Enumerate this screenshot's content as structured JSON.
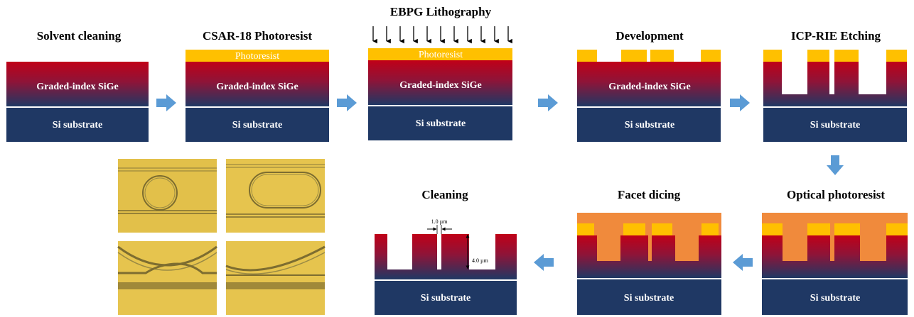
{
  "steps": {
    "s1": {
      "title": "Solvent cleaning",
      "graded": "Graded-index SiGe",
      "substrate": "Si substrate"
    },
    "s2": {
      "title": "CSAR-18 Photoresist",
      "resist": "Photoresist",
      "graded": "Graded-index SiGe",
      "substrate": "Si substrate"
    },
    "s3": {
      "title": "EBPG Lithography",
      "resist": "Photoresist",
      "graded": "Graded-index SiGe",
      "substrate": "Si substrate"
    },
    "s4": {
      "title": "Development",
      "graded": "Graded-index SiGe",
      "substrate": "Si substrate"
    },
    "s5": {
      "title": "ICP-RIE Etching",
      "substrate": "Si substrate"
    },
    "s6": {
      "title": "Optical photoresist",
      "substrate": "Si substrate"
    },
    "s7": {
      "title": "Facet dicing",
      "substrate": "Si substrate"
    },
    "s8": {
      "title": "Cleaning",
      "substrate": "Si substrate",
      "gap_label": "1.0 µm",
      "depth_label": "4.0 µm"
    }
  },
  "colors": {
    "graded_top": "#c00018",
    "graded_bottom": "#1f3864",
    "substrate": "#1f3864",
    "resist": "#ffc000",
    "optical_resist": "#f08a3c",
    "arrow": "#5b9bd5",
    "micrograph": "#e6c44e"
  },
  "micrographs": {
    "count": 4,
    "description_icon": "micrograph-icon"
  }
}
